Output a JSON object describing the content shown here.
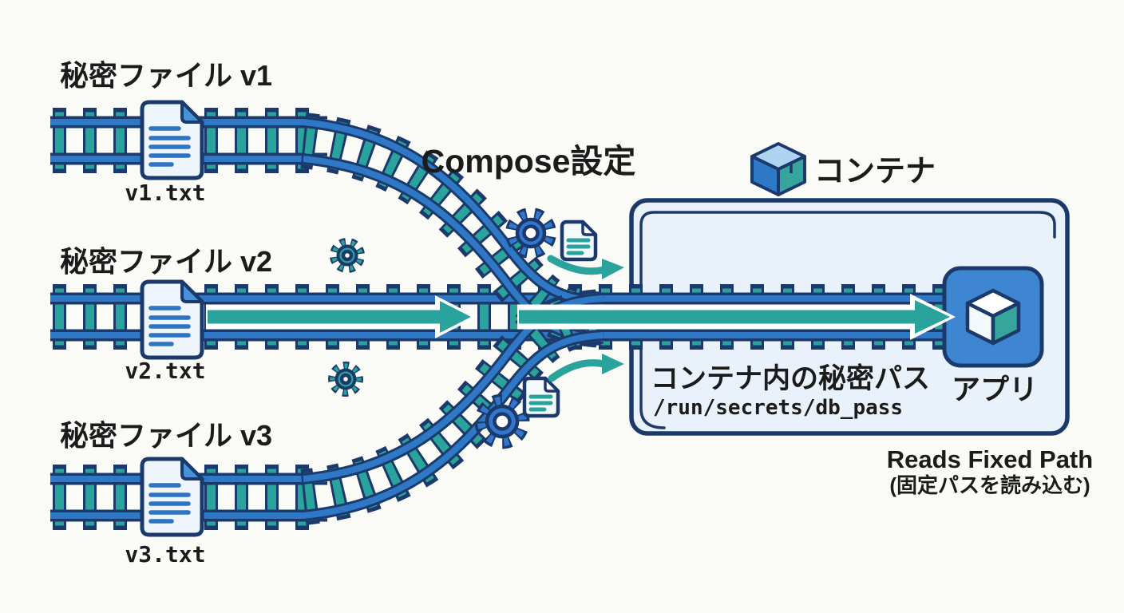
{
  "secrets": [
    {
      "label": "秘密ファイル v1",
      "filename": "v1.txt"
    },
    {
      "label": "秘密ファイル v2",
      "filename": "v2.txt"
    },
    {
      "label": "秘密ファイル v3",
      "filename": "v3.txt"
    }
  ],
  "compose": {
    "label": "Compose設定"
  },
  "container": {
    "label": "コンテナ",
    "secret_path_title": "コンテナ内の秘密パス",
    "secret_path": "/run/secrets/db_pass",
    "app_label": "アプリ"
  },
  "note": {
    "line1": "Reads Fixed Path",
    "line2": "(固定パスを読み込む)"
  },
  "icons": [
    "secret-file-icon",
    "gear-icon",
    "compose-doc-icon",
    "package-icon",
    "app-cube-icon",
    "railway-track",
    "merge-arrow-icon"
  ],
  "colors": {
    "navy": "#1b3a6b",
    "blue": "#2e78c6",
    "teal": "#2aa39c",
    "gear-blue": "#3277cd",
    "file-fill": "#eef5fc",
    "fold-blue": "#4a92d8",
    "doc-line": "#2f74c0",
    "container-fill": "#e9f1fa",
    "app-blue": "#3f86d2",
    "cube-teal": "#36a69c",
    "package-top": "#aed4f2",
    "ink": "#1b1b1b",
    "bg": "#fafaf7"
  }
}
